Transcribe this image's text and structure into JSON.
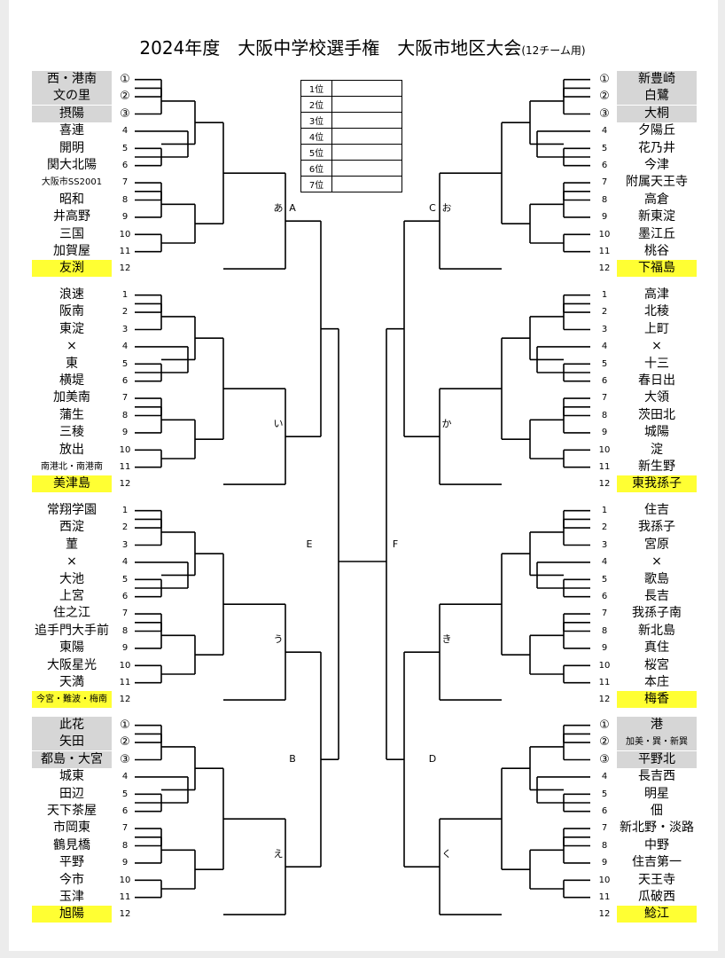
{
  "title": {
    "main": "2024年度　大阪中学校選手権　大阪市地区大会",
    "sub": "(12チーム用)"
  },
  "ranking": [
    "1位",
    "2位",
    "3位",
    "4位",
    "5位",
    "6位",
    "7位"
  ],
  "seed_labels": [
    "①",
    "②",
    "③",
    "4",
    "5",
    "6",
    "7",
    "8",
    "9",
    "10",
    "11",
    "12"
  ],
  "left_blocks": [
    {
      "label": "あ",
      "teams": [
        "西・港南",
        "文の里",
        "摂陽",
        "喜連",
        "開明",
        "関大北陽",
        "大阪市SS2001",
        "昭和",
        "井高野",
        "三国",
        "加賀屋",
        "友渕"
      ]
    },
    {
      "label": "い",
      "teams": [
        "浪速",
        "阪南",
        "東淀",
        "×",
        "東",
        "横堤",
        "加美南",
        "蒲生",
        "三稜",
        "放出",
        "南港北・南港南",
        "美津島"
      ]
    },
    {
      "label": "う",
      "teams": [
        "常翔学園",
        "西淀",
        "菫",
        "×",
        "大池",
        "上宮",
        "住之江",
        "追手門大手前",
        "東陽",
        "大阪星光",
        "天満",
        "今宮・難波・梅南"
      ]
    },
    {
      "label": "え",
      "teams": [
        "此花",
        "矢田",
        "都島・大宮",
        "城東",
        "田辺",
        "天下茶屋",
        "市岡東",
        "鶴見橋",
        "平野",
        "今市",
        "玉津",
        "旭陽"
      ]
    }
  ],
  "right_blocks": [
    {
      "label": "お",
      "teams": [
        "新豊崎",
        "白鷺",
        "大桐",
        "夕陽丘",
        "花乃井",
        "今津",
        "附属天王寺",
        "高倉",
        "新東淀",
        "墨江丘",
        "桃谷",
        "下福島"
      ]
    },
    {
      "label": "か",
      "teams": [
        "高津",
        "北稜",
        "上町",
        "×",
        "十三",
        "春日出",
        "大領",
        "茨田北",
        "城陽",
        "淀",
        "新生野",
        "東我孫子"
      ]
    },
    {
      "label": "き",
      "teams": [
        "住吉",
        "我孫子",
        "宮原",
        "×",
        "歌島",
        "長吉",
        "我孫子南",
        "新北島",
        "真住",
        "桜宮",
        "本庄",
        "梅香"
      ]
    },
    {
      "label": "く",
      "teams": [
        "港",
        "加美・巽・新巽",
        "平野北",
        "長吉西",
        "明星",
        "佃",
        "新北野・淡路",
        "中野",
        "住吉第一",
        "天王寺",
        "瓜破西",
        "鯰江"
      ]
    }
  ],
  "semi_labels": {
    "A": "A",
    "B": "B",
    "C": "C",
    "D": "D"
  },
  "final_labels": {
    "E": "E",
    "F": "F"
  }
}
